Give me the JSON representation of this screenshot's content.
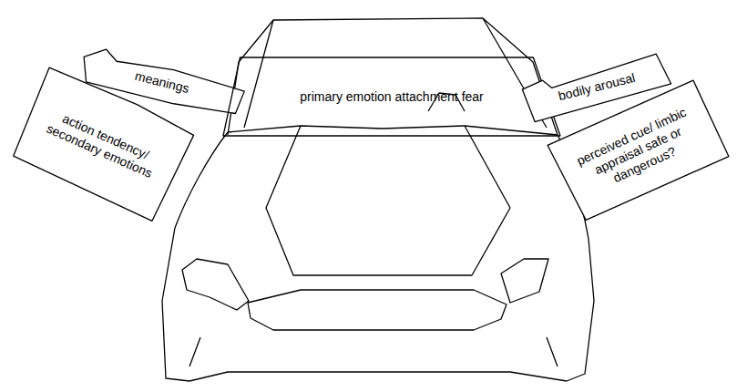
{
  "diagram": {
    "nodes": [
      {
        "text": [
          "meanings"
        ]
      },
      {
        "text": [
          "action tendency/ secondary emotions"
        ]
      },
      {
        "text": [
          "primary emotion attachment fear"
        ]
      },
      {
        "text": [
          "bodily arousal"
        ]
      },
      {
        "text": [
          "perceived cue/ limbic appraisal safe or dangerous?"
        ]
      }
    ]
  }
}
